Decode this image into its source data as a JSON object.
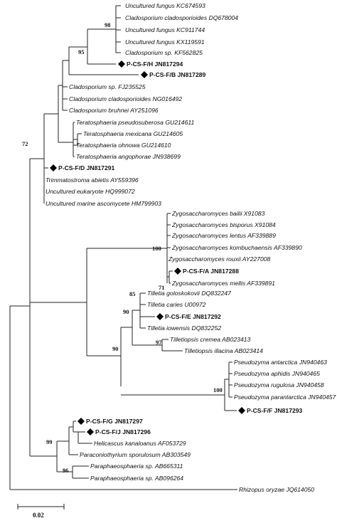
{
  "tree": {
    "taxa": [
      {
        "id": "t1",
        "label": "Uncultured fungus KC674593"
      },
      {
        "id": "t2",
        "label": "Cladosporium cladosporioides DQ678004"
      },
      {
        "id": "t3",
        "label": "Uncultured fungus KC911744"
      },
      {
        "id": "t4",
        "label": "Uncultured fungus KX119591"
      },
      {
        "id": "t5",
        "label": "Cladosporium sp. KF562825"
      },
      {
        "id": "t6",
        "label": "P-CS-F/H JN817294",
        "isolate": true
      },
      {
        "id": "t7",
        "label": "P-CS-F/B JN817289",
        "isolate": true
      },
      {
        "id": "t8",
        "label": "Cladosporium sp. FJ235525"
      },
      {
        "id": "t9",
        "label": "Cladosporium cladosporioides NG016492"
      },
      {
        "id": "t10",
        "label": "Cladosporium bruhnei AY251096"
      },
      {
        "id": "t11",
        "label": "Teratosphaeria pseudosuberosa GU214611"
      },
      {
        "id": "t12",
        "label": "Teratosphaeria mexicana GU214605"
      },
      {
        "id": "t13",
        "label": "Teratosphaeria ohnowa GU214610"
      },
      {
        "id": "t14",
        "label": "Teratosphaeria angophorae JN938699"
      },
      {
        "id": "t15",
        "label": "P-CS-F/D JN817291",
        "isolate": true
      },
      {
        "id": "t16",
        "label": "Trimmatostroma abietis AY559396"
      },
      {
        "id": "t17",
        "label": "Uncultured eukaryote HQ999072"
      },
      {
        "id": "t18",
        "label": "Uncultured marine ascomycete HM799903"
      },
      {
        "id": "t19",
        "label": "Zygosaccharomyces bailii X91083"
      },
      {
        "id": "t20",
        "label": "Zygosaccharomyces bisporus X91084"
      },
      {
        "id": "t21",
        "label": "Zygosaccharomyces lentus AF339889"
      },
      {
        "id": "t22",
        "label": "Zygosaccharomyces kombuchaensis AF339890"
      },
      {
        "id": "t23",
        "label": "Zygosaccharomyces rouxii AY227008"
      },
      {
        "id": "t24",
        "label": "P-CS-F/A JN817288",
        "isolate": true
      },
      {
        "id": "t25",
        "label": "Zygosaccharomyces mellis AF339891"
      },
      {
        "id": "t26",
        "label": "Tilletia goloskokovii DQ832247"
      },
      {
        "id": "t27",
        "label": "Tilletia caries U00972"
      },
      {
        "id": "t28",
        "label": "P-CS-F/E JN817292",
        "isolate": true
      },
      {
        "id": "t29",
        "label": "Tilletia iowensis DQ832252"
      },
      {
        "id": "t30",
        "label": "Tilletiopsis cremea AB023413"
      },
      {
        "id": "t31",
        "label": "Tilletiopsis illacina AB023414"
      },
      {
        "id": "t32",
        "label": "Pseudozyma antarctica JN940463"
      },
      {
        "id": "t33",
        "label": "Pseudozyma aphidis JN940465"
      },
      {
        "id": "t34",
        "label": "Pseudozyma rugulosa JN940458"
      },
      {
        "id": "t35",
        "label": "Pseudozyma parantarctica JN940457"
      },
      {
        "id": "t36",
        "label": "P-CS-F/F JN817293",
        "isolate": true
      },
      {
        "id": "t37",
        "label": "P-CS-F/G JN817297",
        "isolate": true
      },
      {
        "id": "t38",
        "label": "P-CS-F/J JN817296",
        "isolate": true
      },
      {
        "id": "t39",
        "label": "Helicascus kanaloanus AF053729"
      },
      {
        "id": "t40",
        "label": "Paraconiothyrium sporulosum AB303549"
      },
      {
        "id": "t41",
        "label": "Paraphaeosphaeria sp. AB665311"
      },
      {
        "id": "t42",
        "label": "Paraphaeosphaeria sp. AB096264"
      },
      {
        "id": "t43",
        "label": "Rhizopus oryzae JQ614050"
      }
    ],
    "bootstrap": [
      {
        "id": "b98",
        "value": "98"
      },
      {
        "id": "b95",
        "value": "95"
      },
      {
        "id": "b72",
        "value": "72"
      },
      {
        "id": "b100a",
        "value": "100"
      },
      {
        "id": "b71",
        "value": "71"
      },
      {
        "id": "b85",
        "value": "85"
      },
      {
        "id": "b90a",
        "value": "90"
      },
      {
        "id": "b97",
        "value": "97"
      },
      {
        "id": "b90b",
        "value": "90"
      },
      {
        "id": "b100b",
        "value": "100"
      },
      {
        "id": "b99",
        "value": "99"
      },
      {
        "id": "b96",
        "value": "96"
      }
    ],
    "marker_shape": "filled-diamond",
    "marker_color": "#000000"
  },
  "scale_bar": {
    "label": "0.02"
  }
}
